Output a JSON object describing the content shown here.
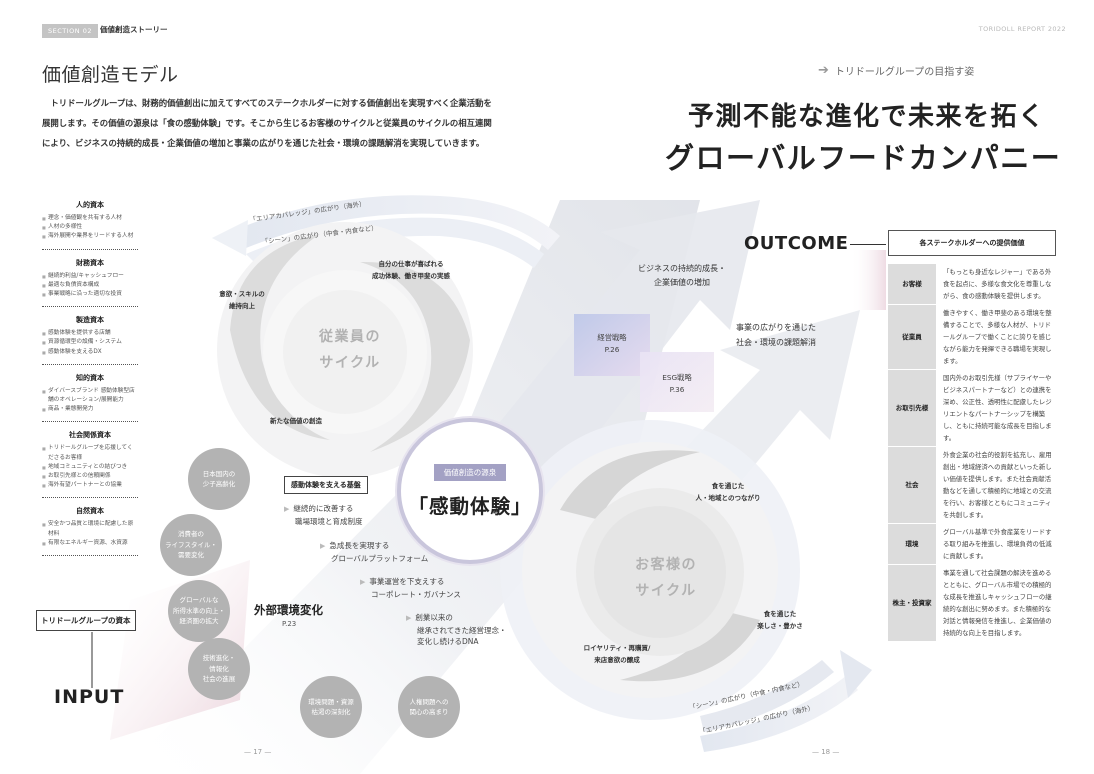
{
  "header": {
    "section_tag": "SECTION 02",
    "section_title": "価値創造ストーリー",
    "report_tag": "TORIDOLL REPORT 2022"
  },
  "left_page": {
    "title": "価値創造モデル",
    "intro": "トリドールグループは、財務的価値創出に加えてすべてのステークホルダーに対する価値創出を実現すべく企業活動を展開します。その価値の源泉は「食の感動体験」です。そこから生じるお客様のサイクルと従業員のサイクルの相互連関により、ビジネスの持続的成長・企業価値の増加と事業の広がりを通じた社会・環境の課題解消を実現していきます。",
    "page_number": "— 17 —"
  },
  "right_page": {
    "goal_label": "トリドールグループの目指す姿",
    "headline_line1": "予測不能な進化で未来を拓く",
    "headline_line2": "グローバルフードカンパニー",
    "page_number": "— 18 —"
  },
  "capitals": {
    "groups": [
      {
        "title": "人的資本",
        "items": [
          "理念・価値観を共有する人材",
          "人材の多様性",
          "海外展開や業界をリードする人材"
        ]
      },
      {
        "title": "財務資本",
        "items": [
          "継続的利益/キャッシュフロー",
          "最適な負債資本構成",
          "事業戦略に沿った適切な投資"
        ]
      },
      {
        "title": "製造資本",
        "items": [
          "感動体験を提供する店舗",
          "資源循環型の設備・システム",
          "感動体験を支えるDX"
        ]
      },
      {
        "title": "知的資本",
        "items": [
          "ダイバースブランド 感動体験型店舗のオペレーション/展開能力",
          "商品・業態開発力"
        ]
      },
      {
        "title": "社会関係資本",
        "items": [
          "トリドールグループを応援してくださるお客様",
          "地域コミュニティとの結びつき",
          "お取引先様との信頼関係",
          "海外有望パートナーとの協業"
        ]
      },
      {
        "title": "自然資本",
        "items": [
          "安全かつ品質と環境に配慮した原材料",
          "有限なエネルギー資源、水資源"
        ]
      }
    ],
    "label": "トリドールグループの資本",
    "input_label": "INPUT"
  },
  "arcs": {
    "area_top": "「エリアカバレッジ」の広がり（海外）",
    "scene_top": "「シーン」の広がり（中食・内食など）",
    "scene_bottom": "「シーン」の広がり（中食・内食など）",
    "area_bottom": "「エリアカバレッジ」の広がり（海外）"
  },
  "employee_cycle": {
    "label_line1": "従業員の",
    "label_line2": "サイクル",
    "motivation": [
      "意欲・スキルの",
      "維持向上"
    ],
    "fulfillment": [
      "自分の仕事が喜ばれる",
      "成功体験、働き甲斐の実感"
    ],
    "new_value": "新たな価値の創造"
  },
  "customer_cycle": {
    "label_line1": "お客様の",
    "label_line2": "サイクル",
    "connection": [
      "食を通じた",
      "人・地域とのつながり"
    ],
    "joy": [
      "食を通じた",
      "楽しさ・豊かさ"
    ],
    "loyalty": [
      "ロイヤリティ・再購買/",
      "来店意欲の醸成"
    ]
  },
  "center": {
    "tag": "価値創造の源泉",
    "main": "「感動体験」"
  },
  "growth": {
    "business": [
      "ビジネスの持続的成長・",
      "企業価値の増加"
    ],
    "social": [
      "事業の広がりを通じた",
      "社会・環境の課題解消"
    ]
  },
  "strategies": [
    {
      "title": "経営戦略",
      "page": "P.26"
    },
    {
      "title": "ESG戦略",
      "page": "P.36"
    }
  ],
  "foundation": {
    "label": "感動体験を支える基盤",
    "items": [
      [
        "継続的に改善する",
        "職場環境と育成制度"
      ],
      [
        "急成長を実現する",
        "グローバルプラットフォーム"
      ],
      [
        "事業運営を下支えする",
        "コーポレート・ガバナンス"
      ],
      [
        "創業以来の",
        "継承されてきた経営理念・",
        "変化し続けるDNA"
      ]
    ]
  },
  "environment": {
    "title": "外部環境変化",
    "page": "P.23",
    "circles": [
      [
        "日本国内の",
        "少子高齢化"
      ],
      [
        "消費者の",
        "ライフスタイル・",
        "需要変化"
      ],
      [
        "グローバルな",
        "所得水準の向上・",
        "経済圏の拡大"
      ],
      [
        "技術進化・",
        "情報化",
        "社会の進展"
      ],
      [
        "環境問題・資源",
        "枯渇の深刻化"
      ],
      [
        "人権問題への",
        "関心の高まり"
      ]
    ]
  },
  "outcome": {
    "label": "OUTCOME",
    "table_header": "各ステークホルダーへの提供価値",
    "rows": [
      {
        "stakeholder": "お客様",
        "value": "「もっとも身近なレジャー」である外食を起点に、多様な食文化を尊重しながら、食の感動体験を提供します。"
      },
      {
        "stakeholder": "従業員",
        "value": "働きやすく、働き甲斐のある環境を整備することで、多様な人材が、トリドールグループで働くことに誇りを感じながら能力を発揮できる職場を実現します。"
      },
      {
        "stakeholder": "お取引先様",
        "value": "国内外のお取引先様（サプライヤーやビジネスパートナーなど）との連携を深め、公正性、透明性に配慮したレジリエントなパートナーシップを構築し、ともに持続可能な成長を目指します。"
      },
      {
        "stakeholder": "社会",
        "value": "外食企業の社会的役割を拡充し、雇用創出・地域経済への貢献といった新しい価値を提供します。また社会貢献活動などを通して積極的に地域との交流を行い、お客様とともにコミュニティを共創します。"
      },
      {
        "stakeholder": "環境",
        "value": "グローバル基準で外食産業をリードする取り組みを推進し、環境負荷の低減に貢献します。"
      },
      {
        "stakeholder": "株主・投資家",
        "value": "事業を通して社会課題の解決を進めるとともに、グローバル市場での積極的な成長を推進しキャッシュフローの継続的な創出に努めます。また積極的な対話と情報発信を推進し、企業価値の持続的な向上を目指します。"
      }
    ]
  },
  "colors": {
    "accent_lavender": "#a3a1c4",
    "capsule_grey": "#b3b3b3",
    "band_blue": "#dfe5ef",
    "table_label_bg": "#dcdcdc"
  }
}
